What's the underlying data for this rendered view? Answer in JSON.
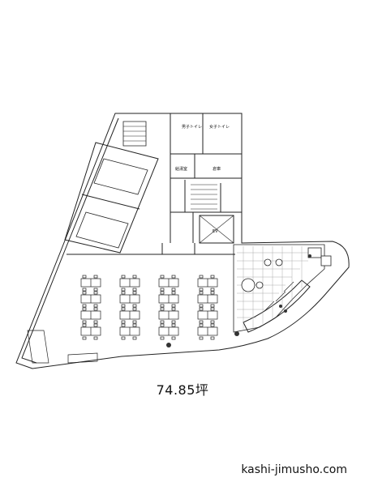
{
  "floor_area_label": "74.85坪",
  "watermark": "kashi-jimusho.com",
  "rooms": {
    "mens_toilet": "男子トイレ",
    "womens_toilet": "女子トイレ",
    "utility_1": "給湯室",
    "utility_2": "倉庫",
    "elevator": "EV"
  }
}
